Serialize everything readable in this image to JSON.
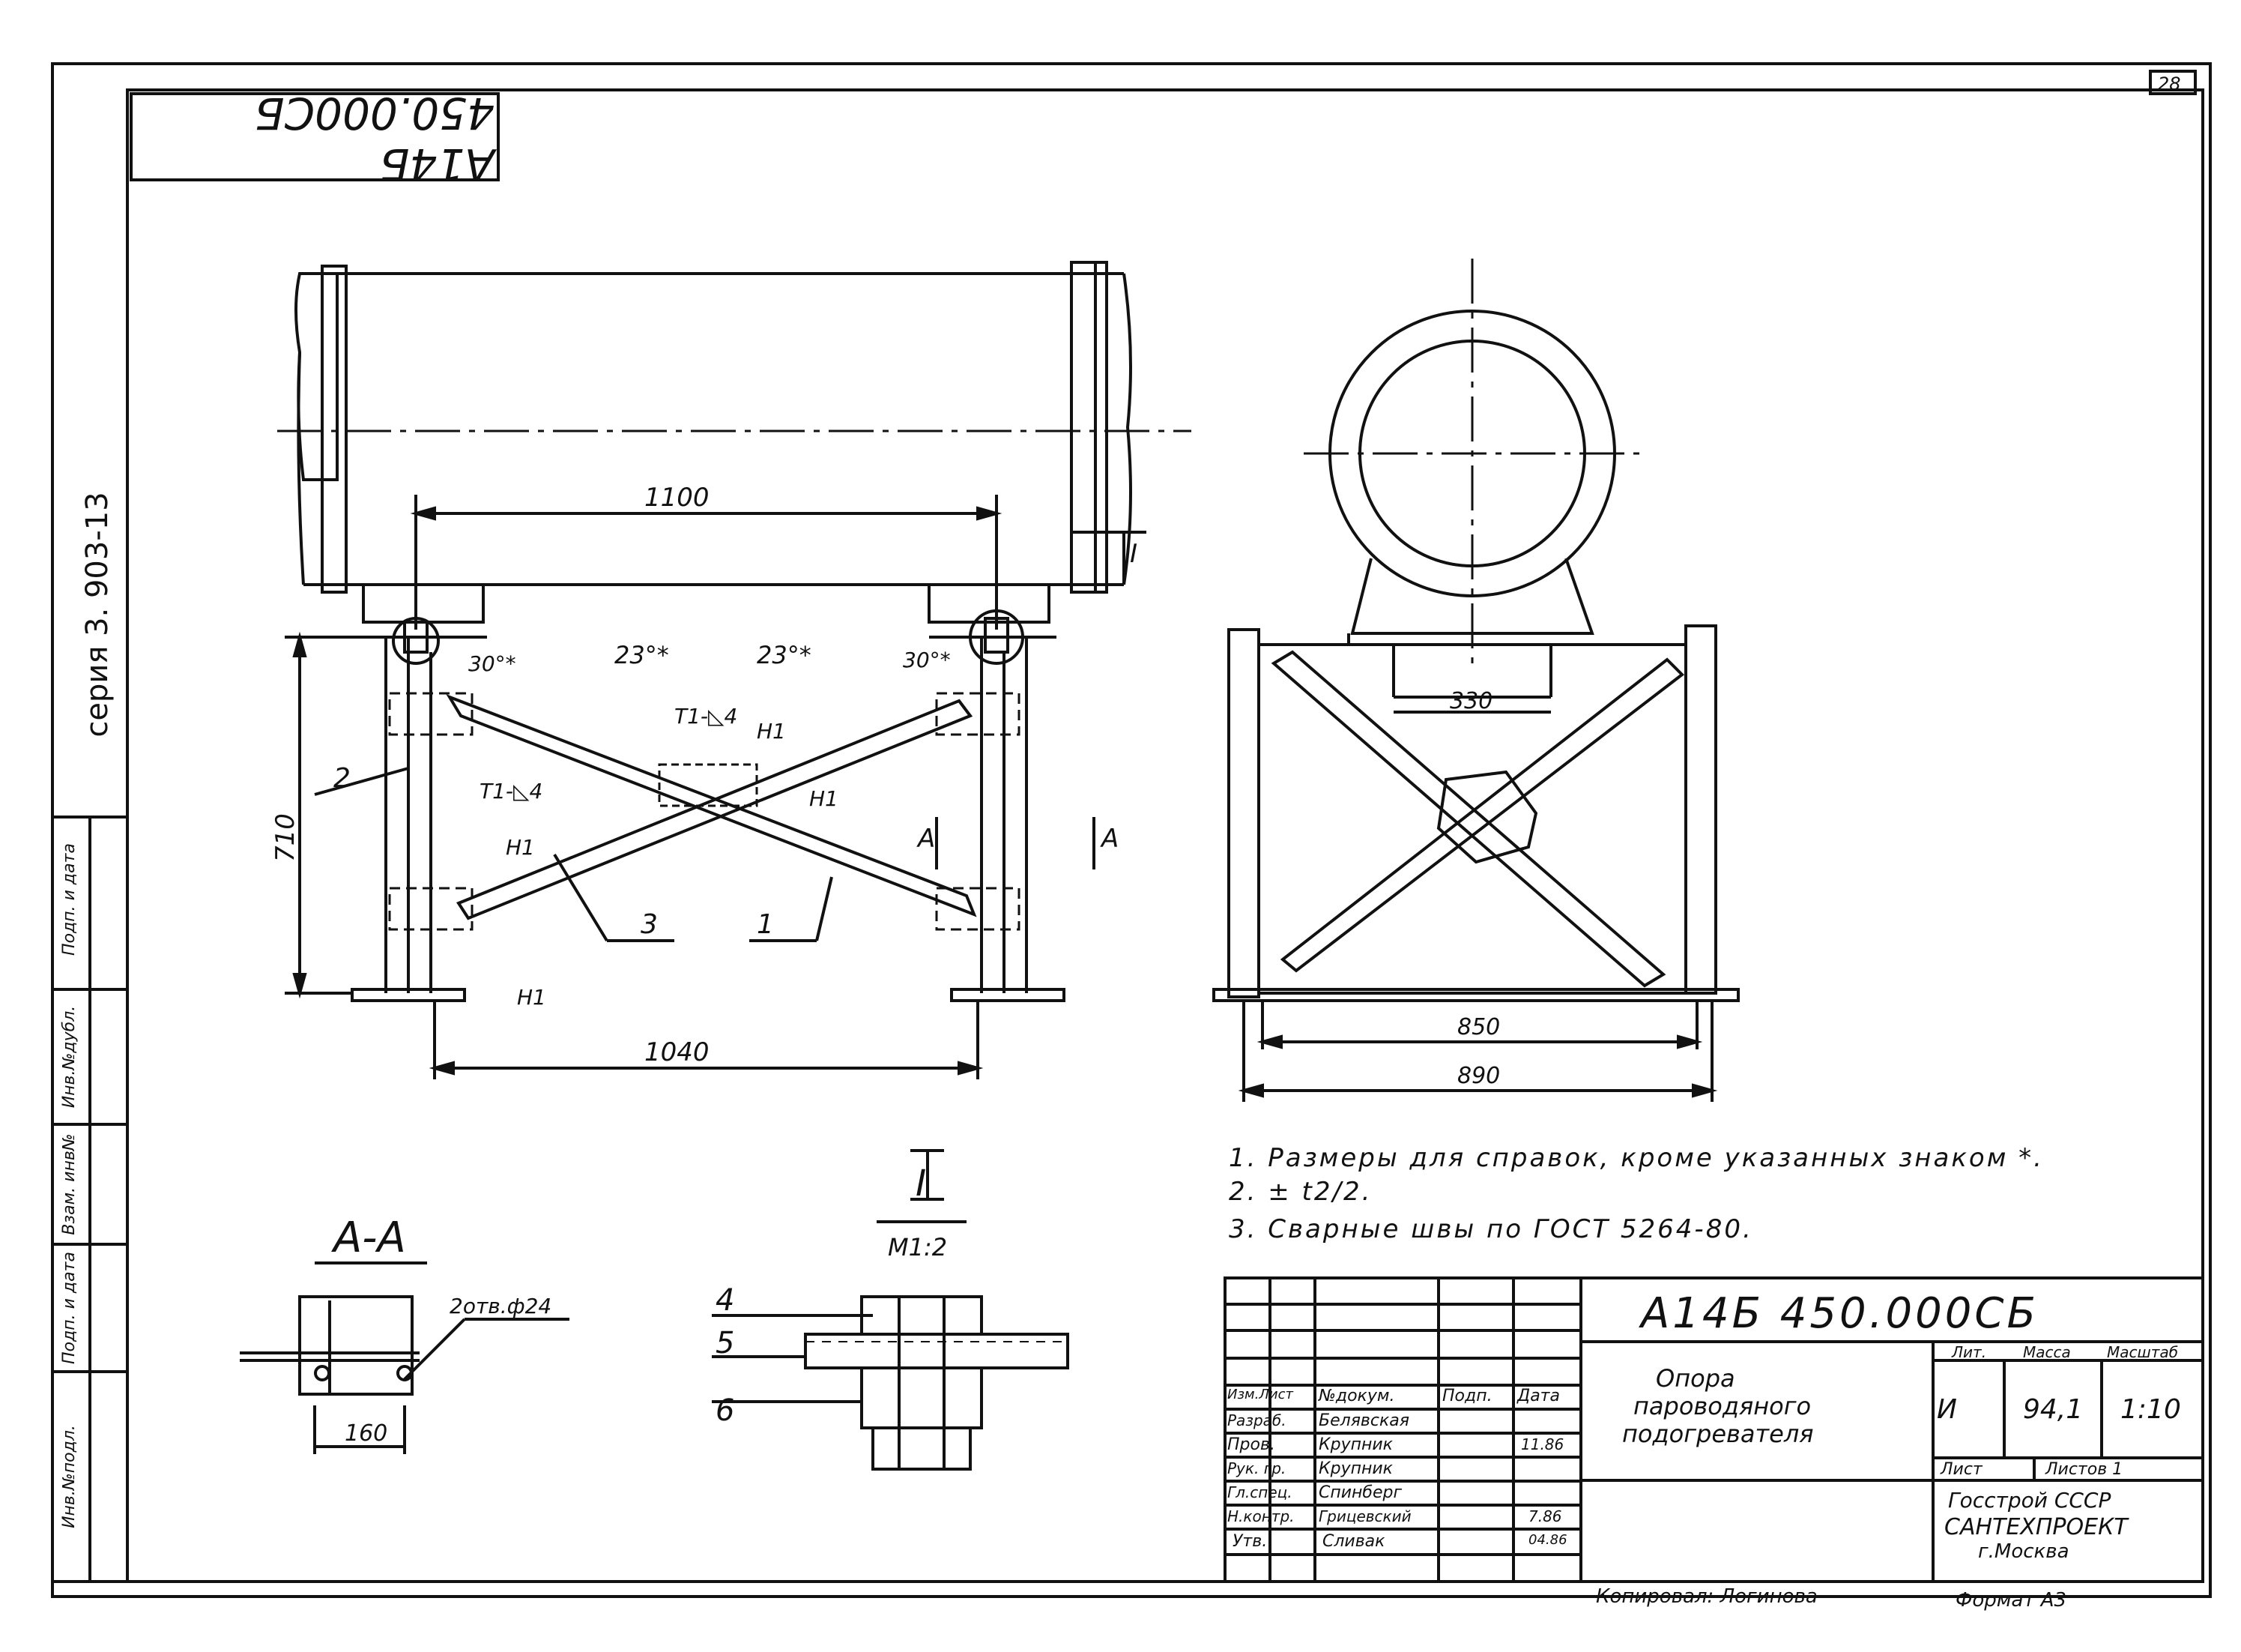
{
  "sheet": {
    "page_number": "28",
    "rotated_code": "А14Б 450.000СБ",
    "series": "серия 3. 903-13",
    "left_strip": [
      "Инв.№подл.",
      "Подп. и дата",
      "Взам. инв№",
      "Инв.№дубл.",
      "Подп. и дата"
    ]
  },
  "front_view": {
    "dim_top": "1100",
    "dim_bottom": "1040",
    "dim_height": "710",
    "angle_left": "30°*",
    "angle_right": "30°*",
    "angle_mid_left": "23°*",
    "angle_mid_right": "23°*",
    "weld_t1_a": "Т1-◺4",
    "weld_t1_b": "Т1-◺4",
    "weld_h1_a": "Н1",
    "weld_h1_b": "Н1",
    "weld_h1_c": "Н1",
    "weld_h1_d": "Н1",
    "pos_1": "1",
    "pos_2": "2",
    "pos_3": "3",
    "section_mark_left": "А",
    "section_mark_right": "А",
    "detail_mark": "I"
  },
  "side_view": {
    "dim_330": "330",
    "dim_850": "850",
    "dim_890": "890"
  },
  "notes": [
    "1. Размеры для справок, кроме указанных знаком *.",
    "2. ± t2/2.",
    "3. Сварные швы по ГОСТ 5264-80."
  ],
  "section_aa": {
    "title": "А-А",
    "holes": "2отв.ф24",
    "dim": "160"
  },
  "detail_i": {
    "title": "I",
    "scale": "М1:2",
    "pos_4": "4",
    "pos_5": "5",
    "pos_6": "6"
  },
  "title_block": {
    "designation": "А14Б 450.000СБ",
    "name_line1": "Опора",
    "name_line2": "пароводяного",
    "name_line3": "подогревателя",
    "lit_label": "Лит.",
    "mass_label": "Масса",
    "scale_label": "Масштаб",
    "lit_value": "И",
    "mass_value": "94,1",
    "scale_value": "1:10",
    "sheet_label": "Лист",
    "sheets_label": "Листов 1",
    "org_line1": "Госстрой СССР",
    "org_line2": "САНТЕХПРОЕКТ",
    "org_line3": "г.Москва",
    "rows": [
      {
        "role": "Изм.Лист",
        "name": "№докум.",
        "sign": "Подп.",
        "date": "Дата"
      },
      {
        "role": "Разраб.",
        "name": "Белявская",
        "sign": "",
        "date": ""
      },
      {
        "role": "Пров.",
        "name": "Крупник",
        "sign": "",
        "date": "11.86"
      },
      {
        "role": "Рук. гр.",
        "name": "Крупник",
        "sign": "",
        "date": ""
      },
      {
        "role": "Гл.спец.",
        "name": "Спинберг",
        "sign": "",
        "date": ""
      },
      {
        "role": "Н.контр.",
        "name": "Грицевский",
        "sign": "",
        "date": "7.86"
      },
      {
        "role": "Утв.",
        "name": "Сливак",
        "sign": "",
        "date": "04.86"
      }
    ],
    "copied": "Копировал: Логинова",
    "format": "Формат А3"
  }
}
